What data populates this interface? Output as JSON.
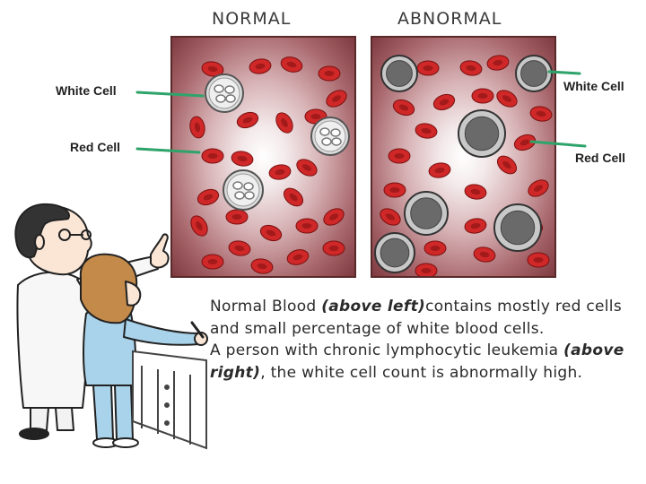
{
  "headings": {
    "normal": "NORMAL",
    "abnormal": "ABNORMAL"
  },
  "labels": {
    "white_cell": "White Cell",
    "red_cell": "Red Cell"
  },
  "caption": {
    "line1_a": "Normal Blood ",
    "line1_b": "(above left)",
    "line1_c": "contains mostly red cells and small percentage of white blood cells.",
    "line2_a": "A person with chronic lymphocytic leukemia ",
    "line2_b": "(above right)",
    "line2_c": ", the white cell count is abnormally high."
  },
  "colors": {
    "red_cell": "#d02828",
    "red_cell_center": "#8e1414",
    "white_cell": "#dcdcdc",
    "abnormal_white_cell": "#6a6a6a",
    "leader_line": "#2ea36a"
  }
}
